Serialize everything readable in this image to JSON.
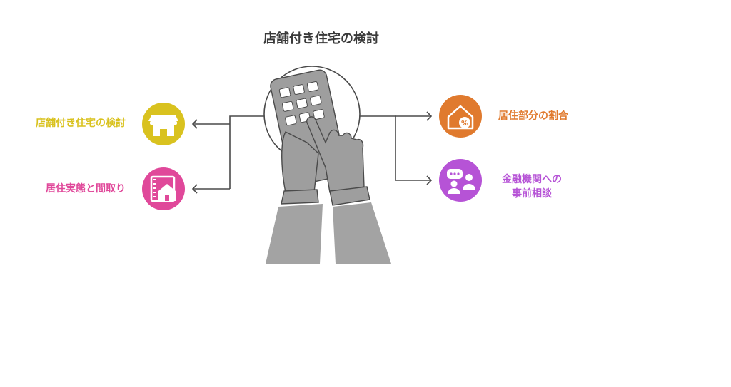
{
  "title": "店舗付き住宅の検討",
  "items": [
    {
      "label": "店舗付き住宅の検討",
      "color": "#D9C21F",
      "icon": "storefront-icon"
    },
    {
      "label": "居住実態と間取り",
      "color": "#E0489A",
      "icon": "house-floorplan-icon"
    },
    {
      "label": "居住部分の割合",
      "color": "#E07A2E",
      "icon": "house-percent-icon"
    },
    {
      "label_line1": "金融機関への",
      "label_line2": "事前相談",
      "color": "#B653D6",
      "icon": "consultation-icon"
    }
  ],
  "center_icon": "calculator-hands-icon"
}
